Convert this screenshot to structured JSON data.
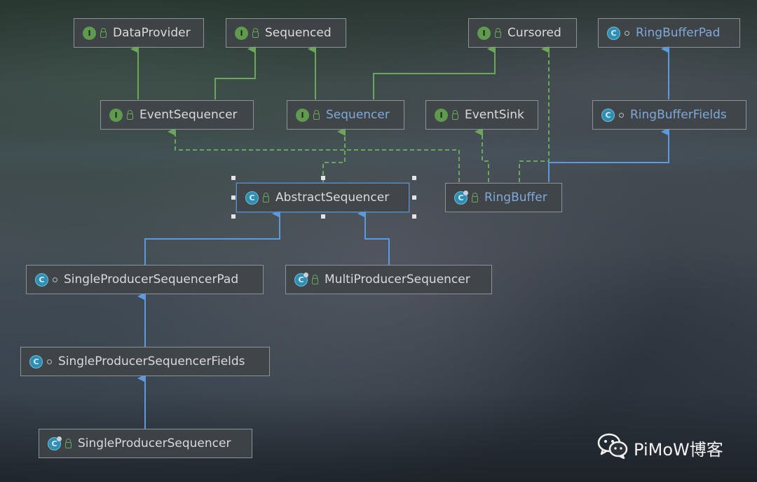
{
  "diagram": {
    "nodes": {
      "dataProvider": {
        "label": "DataProvider",
        "kind": "I",
        "access": "public",
        "style": "plain"
      },
      "sequenced": {
        "label": "Sequenced",
        "kind": "I",
        "access": "public",
        "style": "plain"
      },
      "cursored": {
        "label": "Cursored",
        "kind": "I",
        "access": "public",
        "style": "plain"
      },
      "ringBufferPad": {
        "label": "RingBufferPad",
        "kind": "C",
        "access": "package",
        "style": "blue"
      },
      "eventSequencer": {
        "label": "EventSequencer",
        "kind": "I",
        "access": "public",
        "style": "plain"
      },
      "sequencer": {
        "label": "Sequencer",
        "kind": "I",
        "access": "public",
        "style": "blue"
      },
      "eventSink": {
        "label": "EventSink",
        "kind": "I",
        "access": "public",
        "style": "plain"
      },
      "ringBufferFields": {
        "label": "RingBufferFields",
        "kind": "C",
        "access": "package",
        "style": "blue"
      },
      "abstractSequencer": {
        "label": "AbstractSequencer",
        "kind": "C",
        "access": "public",
        "style": "plain",
        "selected": true
      },
      "ringBuffer": {
        "label": "RingBuffer",
        "kind": "C",
        "access": "public",
        "style": "blue"
      },
      "singleProducerSequencerPad": {
        "label": "SingleProducerSequencerPad",
        "kind": "C",
        "access": "package",
        "style": "plain"
      },
      "multiProducerSequencer": {
        "label": "MultiProducerSequencer",
        "kind": "C",
        "access": "public",
        "style": "plain"
      },
      "singleProducerSequencerFields": {
        "label": "SingleProducerSequencerFields",
        "kind": "C",
        "access": "package",
        "style": "plain"
      },
      "singleProducerSequencer": {
        "label": "SingleProducerSequencer",
        "kind": "C",
        "access": "public",
        "style": "plain"
      }
    },
    "colors": {
      "implements": "#6aa75a",
      "extends": "#5b9ae0",
      "node_background": "#404448",
      "node_border": "#8d9296"
    }
  },
  "watermark": {
    "icon": "wechat-icon",
    "text": "PiMoW博客"
  }
}
